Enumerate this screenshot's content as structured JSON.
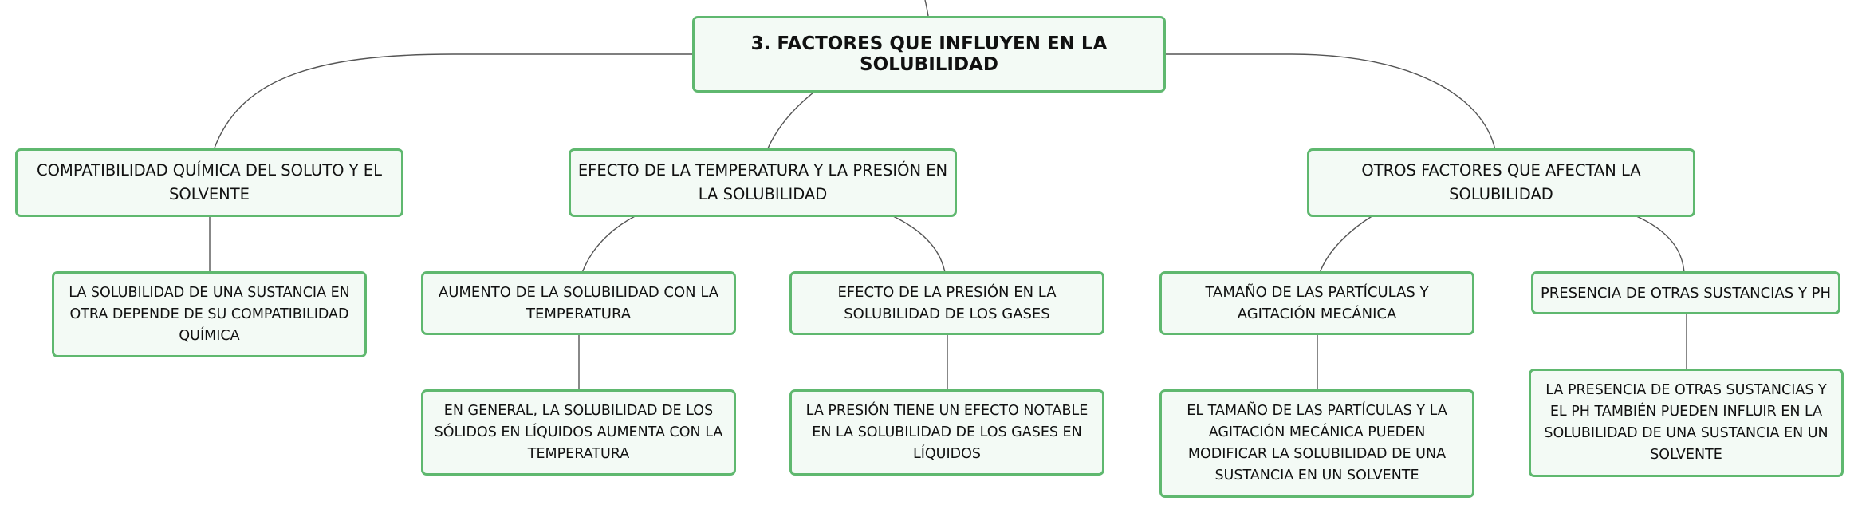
{
  "colors": {
    "node_border": "#5fb86f",
    "node_fill": "#f3faf5",
    "link": "#555555",
    "text": "#111111"
  },
  "root": {
    "label": "3. FACTORES QUE INFLUYEN EN LA SOLUBILIDAD"
  },
  "branches": [
    {
      "label": "COMPATIBILIDAD QUÍMICA DEL SOLUTO Y EL SOLVENTE",
      "children": [
        {
          "label": "LA SOLUBILIDAD DE UNA SUSTANCIA EN OTRA DEPENDE DE SU COMPATIBILIDAD QUÍMICA"
        }
      ]
    },
    {
      "label": "EFECTO DE LA TEMPERATURA Y LA PRESIÓN EN LA SOLUBILIDAD",
      "children": [
        {
          "label": "AUMENTO DE LA SOLUBILIDAD CON LA TEMPERATURA",
          "detail": "EN GENERAL, LA SOLUBILIDAD DE LOS SÓLIDOS EN LÍQUIDOS AUMENTA CON LA TEMPERATURA"
        },
        {
          "label": "EFECTO DE LA PRESIÓN EN LA SOLUBILIDAD DE LOS GASES",
          "detail": "LA PRESIÓN TIENE UN EFECTO NOTABLE EN LA SOLUBILIDAD DE LOS GASES EN LÍQUIDOS"
        }
      ]
    },
    {
      "label": "OTROS FACTORES QUE AFECTAN LA SOLUBILIDAD",
      "children": [
        {
          "label": "TAMAÑO DE LAS PARTÍCULAS Y AGITACIÓN MECÁNICA",
          "detail": "EL TAMAÑO DE LAS PARTÍCULAS Y LA AGITACIÓN MECÁNICA PUEDEN MODIFICAR LA SOLUBILIDAD DE UNA SUSTANCIA EN UN SOLVENTE"
        },
        {
          "label": "PRESENCIA DE OTRAS SUSTANCIAS Y PH",
          "detail": "LA PRESENCIA DE OTRAS SUSTANCIAS Y EL PH TAMBIÉN PUEDEN INFLUIR EN LA SOLUBILIDAD DE UNA SUSTANCIA EN UN SOLVENTE"
        }
      ]
    }
  ]
}
